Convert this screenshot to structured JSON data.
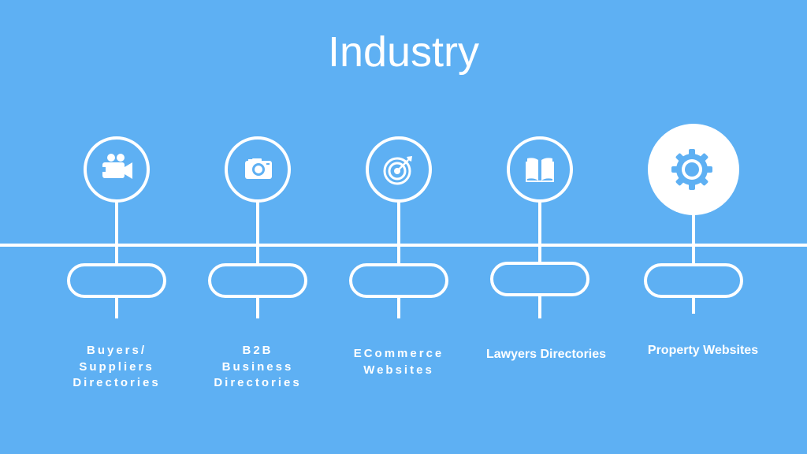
{
  "title": "Industry",
  "colors": {
    "background": "#5eb0f3",
    "foreground": "#ffffff",
    "icon_on_light": "#5eb0f3"
  },
  "items": [
    {
      "label": "Buyers/\nSuppliers\nDirectories",
      "icon": "video-camera-icon"
    },
    {
      "label": "B2B\nBusiness\nDirectories",
      "icon": "photo-camera-icon"
    },
    {
      "label": "ECommerce\nWebsites",
      "icon": "target-icon"
    },
    {
      "label": "Lawyers Directories",
      "icon": "open-book-icon"
    },
    {
      "label": "Property Websites",
      "icon": "gear-icon",
      "highlighted": true
    }
  ]
}
